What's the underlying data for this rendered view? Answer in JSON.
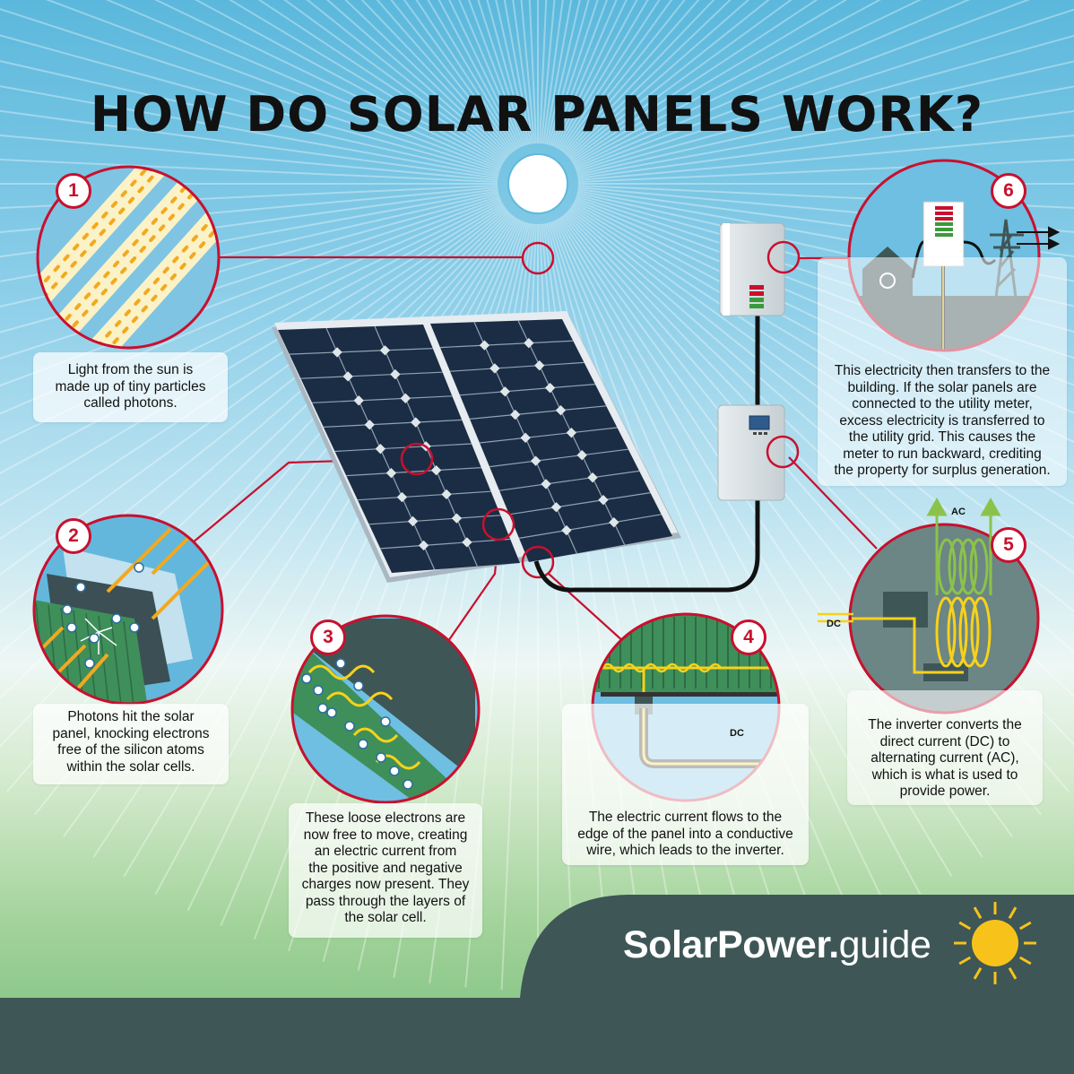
{
  "title": "HOW DO SOLAR PANELS WORK?",
  "brand": {
    "name_bold": "SolarPower.",
    "name_light": "guide"
  },
  "steps": [
    {
      "number": "1",
      "text_lines": [
        "Light from the sun is",
        "made up of tiny particles",
        "called photons."
      ]
    },
    {
      "number": "2",
      "text_lines": [
        "Photons hit the solar",
        "panel, knocking electrons",
        "free of the silicon atoms",
        "within the solar cells."
      ]
    },
    {
      "number": "3",
      "text_lines": [
        "These loose electrons are",
        "now free to move, creating",
        "an electric current from",
        "the positive and negative",
        "charges now present. They",
        "pass through the layers of",
        "the solar cell."
      ]
    },
    {
      "number": "4",
      "text_lines": [
        "The electric current flows to the",
        "edge of the panel into a conductive",
        "wire, which leads to the inverter."
      ]
    },
    {
      "number": "5",
      "text_lines": [
        "The inverter converts the",
        "direct current (DC) to",
        "alternating current (AC),",
        "which is what is used to",
        "provide power."
      ]
    },
    {
      "number": "6",
      "text_lines": [
        "This electricity then transfers to the",
        "building. If the solar panels are",
        "connected to the utility meter,",
        "excess electricity is transferred to",
        "the utility grid. This causes the",
        "meter to run backward, crediting",
        "the property for surplus generation."
      ]
    }
  ],
  "labels": {
    "dc_step4": "DC",
    "dc_step5": "DC",
    "ac_step5": "AC"
  },
  "colors": {
    "accent_red": "#c8102e",
    "sun_yellow": "#f7c31b",
    "photon_orange": "#f2a91f",
    "panel_dark": "#1d2e44",
    "footer_gray": "#3e5656"
  }
}
